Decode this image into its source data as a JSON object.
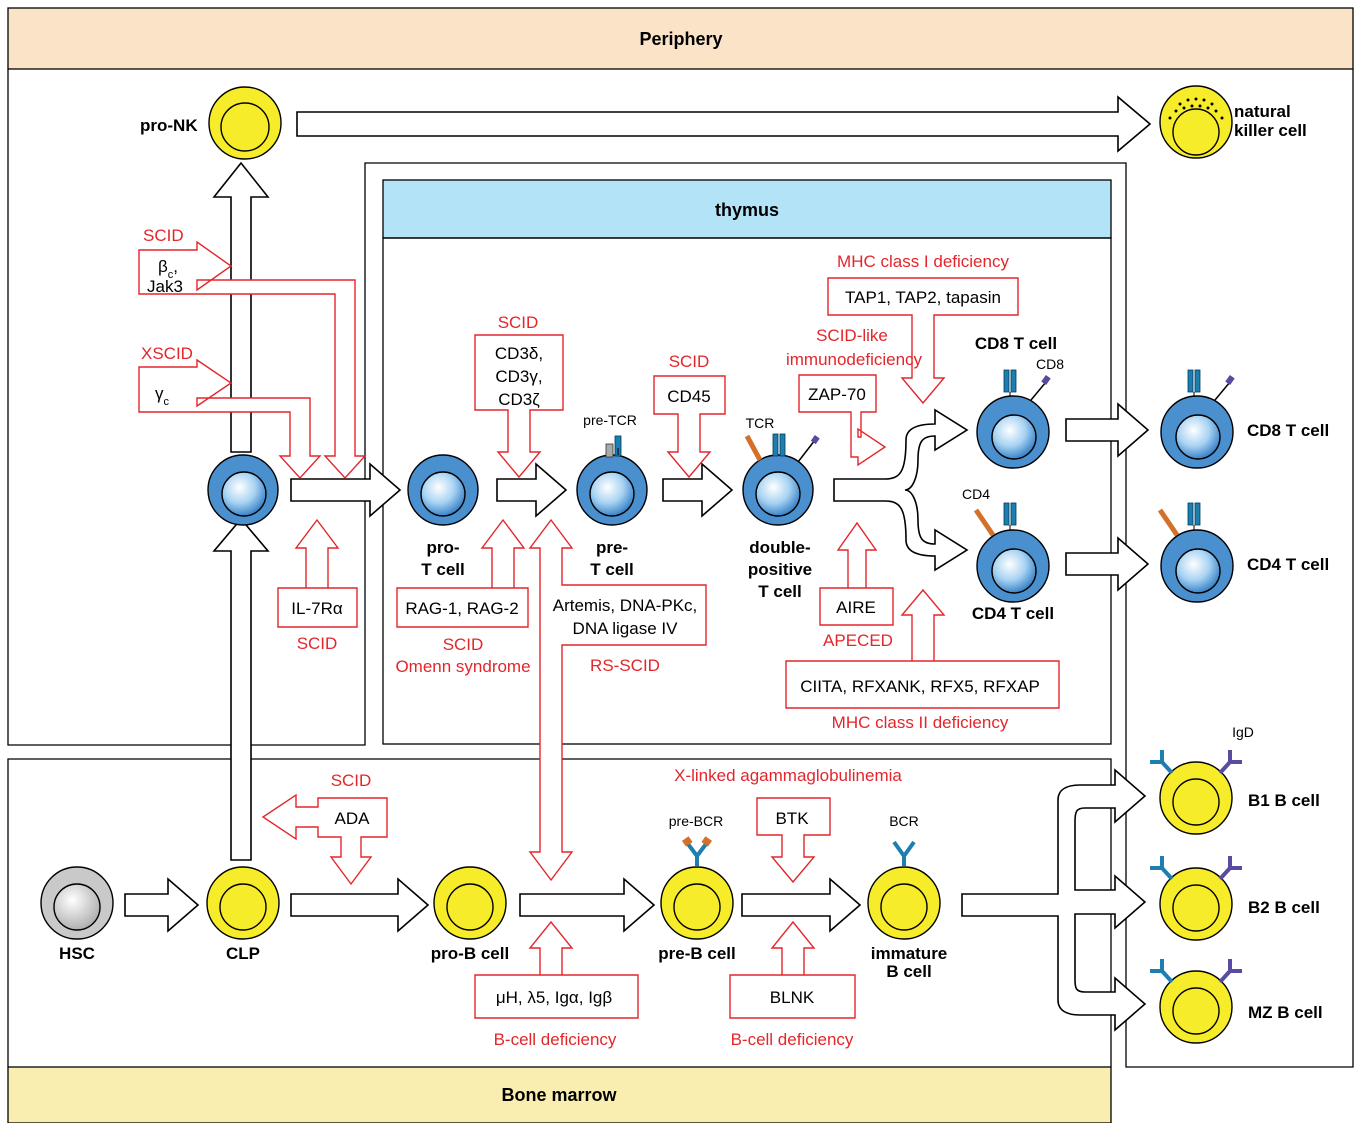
{
  "regions": {
    "periphery": "Periphery",
    "thymus": "thymus",
    "bone_marrow": "Bone marrow"
  },
  "cells": {
    "pro_nk": "pro-NK",
    "nk_1": "natural",
    "nk_2": "killer cell",
    "pro_t_1": "pro-",
    "pro_t_2": "T cell",
    "pre_t_1": "pre-",
    "pre_t_2": "T cell",
    "dp_1": "double-",
    "dp_2": "positive",
    "dp_3": "T cell",
    "cd8_thymus": "CD8 T cell",
    "cd4_thymus": "CD4 T cell",
    "cd8_periph": "CD8 T cell",
    "cd4_periph": "CD4 T cell",
    "hsc": "HSC",
    "clp": "CLP",
    "pro_b": "pro-B cell",
    "pre_b": "pre-B cell",
    "imm_b_1": "immature",
    "imm_b_2": "B cell",
    "b1": "B1 B cell",
    "b2": "B2 B cell",
    "mz": "MZ B cell"
  },
  "receptors": {
    "pre_tcr": "pre-TCR",
    "tcr": "TCR",
    "cd8": "CD8",
    "cd4": "CD4",
    "pre_bcr": "pre-BCR",
    "bcr": "BCR",
    "igd": "IgD"
  },
  "genes": {
    "bc": "β",
    "bc_sub": "c",
    "bc_comma": ",",
    "jak3": "Jak3",
    "gc": "γ",
    "gc_sub": "c",
    "cd3d": "CD3δ,",
    "cd3g": "CD3γ,",
    "cd3z": "CD3ζ",
    "cd45": "CD45",
    "tap": "TAP1, TAP2, tapasin",
    "zap70": "ZAP-70",
    "il7ra": "IL-7Rα",
    "rag": "RAG-1, RAG-2",
    "artemis_1": "Artemis, DNA-PKc,",
    "artemis_2": "DNA ligase IV",
    "aire": "AIRE",
    "ciita": "CIITA, RFXANK, RFX5, RFXAP",
    "ada": "ADA",
    "btk": "BTK",
    "muh": "μH, λ5, Igα, Igβ",
    "blnk": "BLNK"
  },
  "diseases": {
    "scid_bc": "SCID",
    "xscid": "XSCID",
    "scid_cd3": "SCID",
    "scid_cd45": "SCID",
    "mhc1": "MHC class I deficiency",
    "scid_like_1": "SCID-like",
    "scid_like_2": "immunodeficiency",
    "scid_il7": "SCID",
    "scid_rag": "SCID",
    "omenn": "Omenn syndrome",
    "rs_scid": "RS-SCID",
    "apeced": "APECED",
    "mhc2": "MHC class II deficiency",
    "scid_ada": "SCID",
    "xla": "X-linked agammaglobulinemia",
    "bdef_1": "B-cell deficiency",
    "bdef_2": "B-cell deficiency"
  },
  "colors": {
    "periphery_bg": "#fbe3c8",
    "thymus_bg": "#b3e3f7",
    "marrow_bg": "#f9eeb0",
    "disease_red": "#e3262b",
    "t_cell_blue": "#4a90cf",
    "b_cell_yellow": "#f7ec2a",
    "hsc_grey": "#b9b9b9"
  }
}
